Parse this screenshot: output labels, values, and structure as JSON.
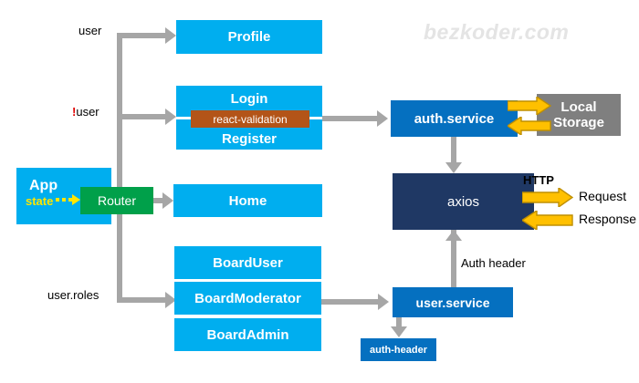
{
  "watermark": "bezkoder.com",
  "nodes": {
    "app": "App",
    "app_state": "state",
    "router": "Router",
    "profile": "Profile",
    "login": "Login",
    "react_validation": "react-validation",
    "register": "Register",
    "home": "Home",
    "board_user": "BoardUser",
    "board_moderator": "BoardModerator",
    "board_admin": "BoardAdmin",
    "auth_service": "auth.service",
    "local_storage_line1": "Local",
    "local_storage_line2": "Storage",
    "axios": "axios",
    "user_service": "user.service",
    "auth_header_box": "auth-header"
  },
  "edge_labels": {
    "user": "user",
    "not_user_bang": "!",
    "not_user_text": "user",
    "user_roles": "user.roles",
    "auth_header": "Auth header",
    "http": "HTTP",
    "request": "Request",
    "response": "Response"
  },
  "colors": {
    "cyan": "#00aeef",
    "blue": "#0570c0",
    "navy": "#1f3864",
    "gray": "#7f7f7f",
    "green": "#00a04a",
    "orange": "#b35418",
    "yellow": "#ffc000",
    "connector": "#a6a6a6",
    "state_yellow": "#ffe600",
    "bang_red": "#e00000"
  }
}
